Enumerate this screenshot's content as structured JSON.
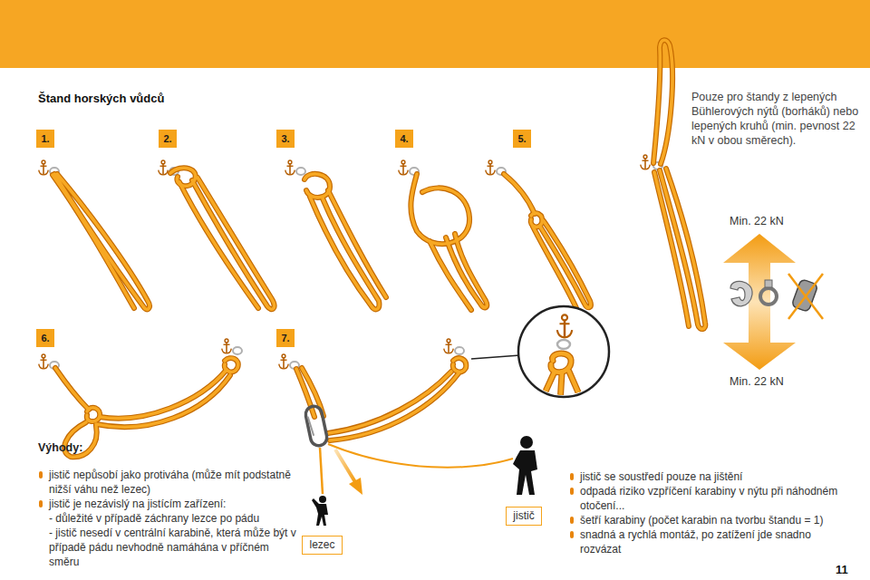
{
  "diagram": {
    "title": "Štand horských vůdců",
    "nodes": [
      {
        "text": [
          "1."
        ]
      },
      {
        "text": [
          "2."
        ]
      },
      {
        "text": [
          "3."
        ]
      },
      {
        "text": [
          "4."
        ]
      },
      {
        "text": [
          "5."
        ]
      },
      {
        "text": [
          "6."
        ]
      },
      {
        "text": [
          "7."
        ]
      },
      {
        "text": [
          "lezec"
        ]
      },
      {
        "text": [
          "jistič"
        ]
      }
    ],
    "labels": [
      "Pouze pro štandy z lepených Bühlerových nýtů (borháků) nebo lepených kruhů (min. pevnost 22 kN v obou směrech).",
      "Min. 22 kN",
      "Min. 22 kN",
      "Výhody:",
      "jistič nepůsobí jako protiváha (může mít podstatně nižší váhu než lezec)",
      "jistič je nezávislý na jistícím zařízení:",
      "- důležité v případě záchrany lezce po pádu",
      "- jistič nesedí v centrální karabině, která může být v případě pádu nevhodně namáhána v příčném směru",
      "jistič se soustředí pouze na jištění",
      "odpadá riziko vzpříčení karabiny v nýtu při náhodném otočení...",
      "šetří karabiny (počet karabin na tvorbu štandu = 1)",
      "snadná a rychlá montáž, po zatížení jde snadno rozvázat",
      "11"
    ]
  }
}
